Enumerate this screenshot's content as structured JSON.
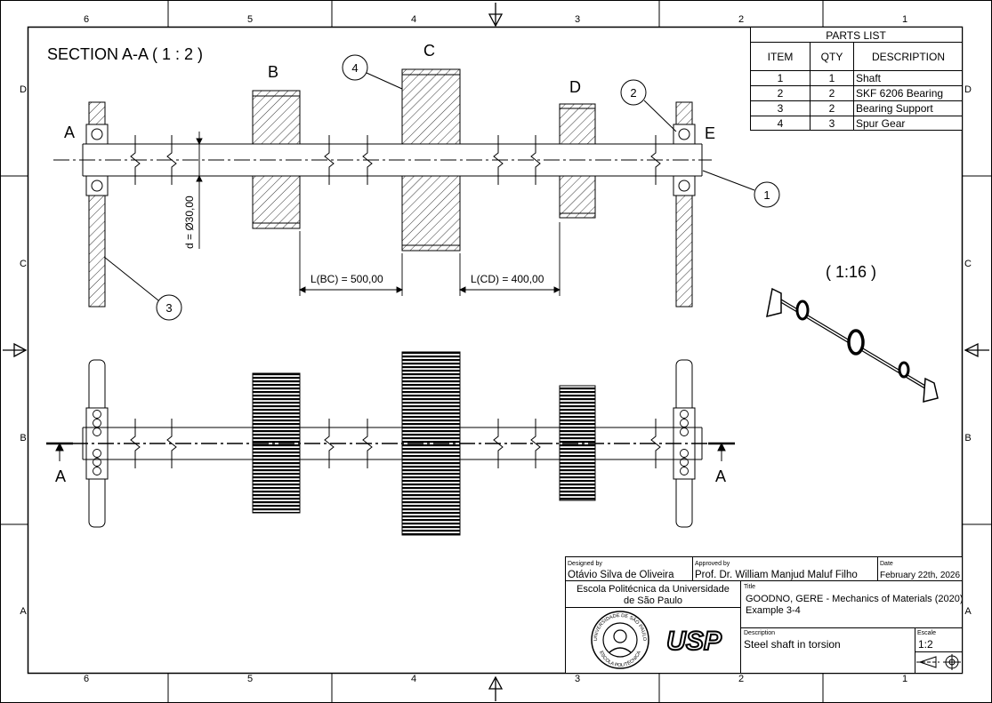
{
  "frame": {
    "columns": [
      "6",
      "5",
      "4",
      "3",
      "2",
      "1"
    ],
    "rows": [
      "D",
      "C",
      "B",
      "A"
    ]
  },
  "section_title": "SECTION A-A ( 1 : 2 )",
  "view_labels": {
    "a_left": "A",
    "b": "B",
    "c": "C",
    "d": "D",
    "e": "E",
    "cut_a_left": "A",
    "cut_a_right": "A"
  },
  "balloons": [
    "1",
    "2",
    "3",
    "4"
  ],
  "dimensions": {
    "diameter": "d = Ø30,00",
    "l_bc": "L(BC) = 500,00",
    "l_cd": "L(CD) = 400,00"
  },
  "iso_scale": "( 1:16 )",
  "parts_list": {
    "title": "PARTS LIST",
    "headers": [
      "ITEM",
      "QTY",
      "DESCRIPTION"
    ],
    "rows": [
      [
        "1",
        "1",
        "Shaft"
      ],
      [
        "2",
        "2",
        "SKF 6206 Bearing"
      ],
      [
        "3",
        "2",
        "Bearing Support"
      ],
      [
        "4",
        "3",
        "Spur Gear"
      ]
    ]
  },
  "title_block": {
    "designed_by_label": "Designed by",
    "designed_by": "Otávio Silva de Oliveira",
    "approved_by_label": "Approved by",
    "approved_by": "Prof. Dr. William Manjud Maluf Filho",
    "date_label": "Date",
    "date": "February 22th, 2026",
    "school_line1": "Escola Politécnica da Universidade",
    "school_line2": "de São Paulo",
    "title_label": "Title",
    "title_line1": "GOODNO, GERE - Mechanics of Materials (2020)",
    "title_line2": "Example 3-4",
    "description_label": "Description",
    "description": "Steel shaft in torsion",
    "scale_label": "Escale",
    "scale": "1:2",
    "seal_top": "UNIVERSIDADE DE SÃO PAULO",
    "seal_bottom": "ESCOLA POLITÉCNICA",
    "logo": "USP"
  }
}
